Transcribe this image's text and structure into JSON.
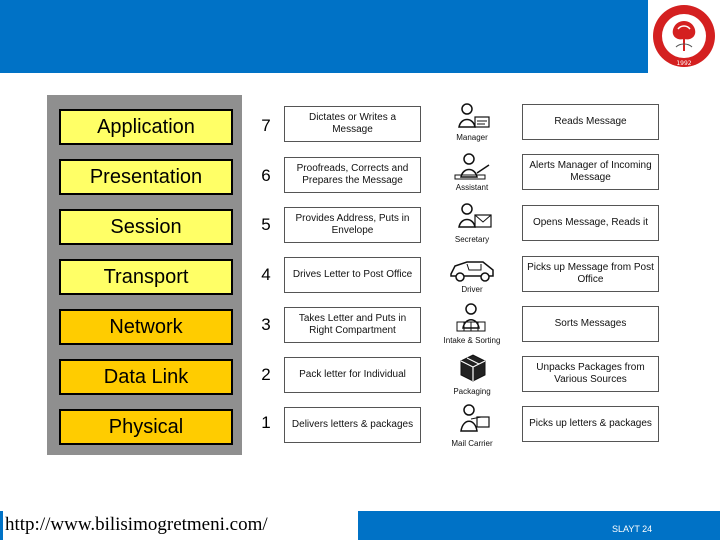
{
  "logo": {
    "year": "1992"
  },
  "layers": [
    {
      "name": "Application",
      "number": "7",
      "action": "Dictates or Writes a Message",
      "role": "Manager",
      "recipient": "Reads Message"
    },
    {
      "name": "Presentation",
      "number": "6",
      "action": "Proofreads, Corrects and Prepares the Message",
      "role": "Assistant",
      "recipient": "Alerts Manager of Incoming Message"
    },
    {
      "name": "Session",
      "number": "5",
      "action": "Provides Address, Puts in Envelope",
      "role": "Secretary",
      "recipient": "Opens Message, Reads it"
    },
    {
      "name": "Transport",
      "number": "4",
      "action": "Drives Letter to Post Office",
      "role": "Driver",
      "recipient": "Picks up Message from Post Office"
    },
    {
      "name": "Network",
      "number": "3",
      "action": "Takes Letter and Puts in Right Compartment",
      "role": "Intake & Sorting",
      "recipient": "Sorts Messages"
    },
    {
      "name": "Data Link",
      "number": "2",
      "action": "Pack letter for Individual",
      "role": "Packaging",
      "recipient": "Unpacks Packages from Various Sources"
    },
    {
      "name": "Physical",
      "number": "1",
      "action": "Delivers letters & packages",
      "role": "Mail Carrier",
      "recipient": "Picks up letters & packages"
    }
  ],
  "footer": {
    "url": "http://www.bilisimogretmeni.com/",
    "slide": "SLAYT 24"
  },
  "colors": {
    "bar_blue": "#0072c6",
    "upper_layer_yellow": "#ffff66",
    "lower_layer_yellow": "#ffcc00",
    "panel_gray": "#8f8f8f"
  }
}
